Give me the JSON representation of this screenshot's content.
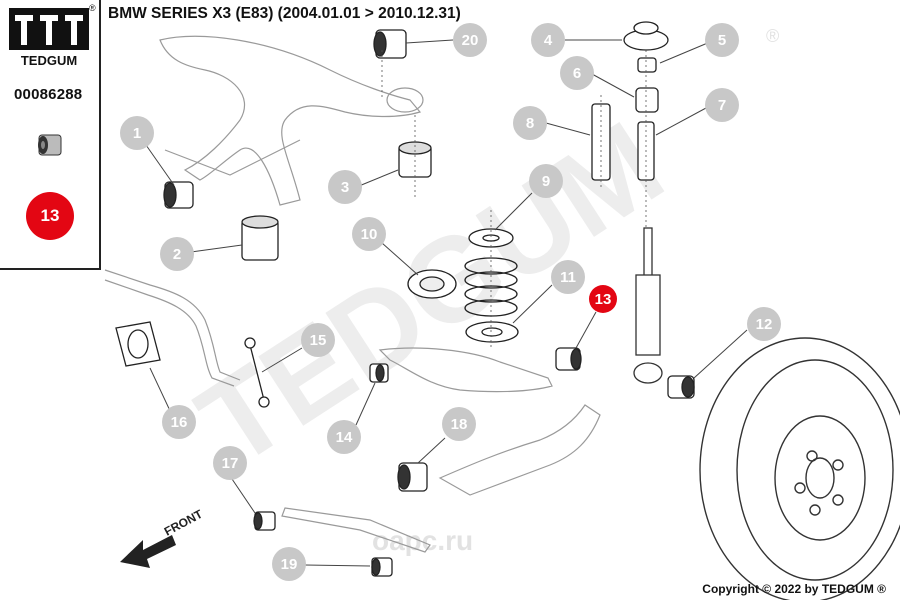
{
  "brand": {
    "logo_text": "TEDGUM",
    "registered_mark": "®",
    "part_number": "00086288",
    "highlight_callout": "13"
  },
  "title": "BMW SERIES X3 (E83)  (2004.01.01 > 2010.12.31)",
  "copyright": "Copyright © 2022 by TEDGUM ®",
  "front_label": "FRONT",
  "watermark": {
    "tedgum": "TEDGUM",
    "site": "oapc.ru"
  },
  "callouts": [
    {
      "label": "1"
    },
    {
      "label": "2"
    },
    {
      "label": "3"
    },
    {
      "label": "4"
    },
    {
      "label": "5"
    },
    {
      "label": "6"
    },
    {
      "label": "7"
    },
    {
      "label": "8"
    },
    {
      "label": "9"
    },
    {
      "label": "10"
    },
    {
      "label": "11"
    },
    {
      "label": "12"
    },
    {
      "label": "13"
    },
    {
      "label": "14"
    },
    {
      "label": "15"
    },
    {
      "label": "16"
    },
    {
      "label": "17"
    },
    {
      "label": "18"
    },
    {
      "label": "19"
    },
    {
      "label": "20"
    }
  ],
  "colors": {
    "callout_gray": "#c8c8c8",
    "callout_red": "#e30613",
    "line": "#333333",
    "watermark": "#ececec"
  }
}
